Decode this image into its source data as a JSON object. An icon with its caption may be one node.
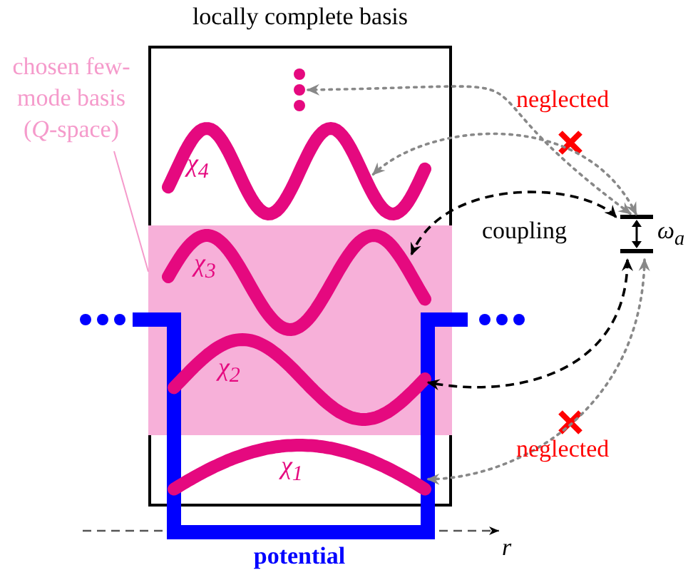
{
  "diagram": {
    "nodes": [
      {
        "text": [
          "locally complete basis"
        ]
      },
      {
        "text": [
          "chosen few-mode basis (*Q*-space)"
        ]
      },
      {
        "text": [],
        "shape": "box",
        "in": 0
      },
      {
        "text": [],
        "shape": "dots",
        "in": 0
      },
      {
        "text": [
          "χ$_{4}$"
        ],
        "in": 0
      },
      {
        "text": [
          "χ$_{3}$"
        ],
        "in": 2
      },
      {
        "text": [
          "χ$_{2}$"
        ],
        "in": 2
      },
      {
        "text": [
          "χ$_{1}$"
        ],
        "in": 0
      },
      {
        "text": [
          "ω$_{a}$"
        ]
      }
    ],
    "edges": [
      {
        "from": 1,
        "to": 2,
        "arrow": "none",
        "color": "#f59acb"
      },
      {
        "from": 8,
        "to": 3,
        "arrow": "both",
        "style": "dashed"
      },
      {
        "from": 8,
        "to": 4,
        "arrow": "both",
        "style": "dashed"
      },
      {
        "from": 8,
        "to": 5,
        "arrow": "both",
        "style": "dashed",
        "color": "#000000"
      },
      {
        "from": 8,
        "to": 6,
        "arrow": "both",
        "style": "dashed",
        "color": "#000000"
      },
      {
        "from": 8,
        "to": 7,
        "arrow": "both",
        "style": "dashed"
      }
    ],
    "labels": [
      "neglected",
      "coupling",
      "neglected",
      "r",
      "potential"
    ]
  }
}
